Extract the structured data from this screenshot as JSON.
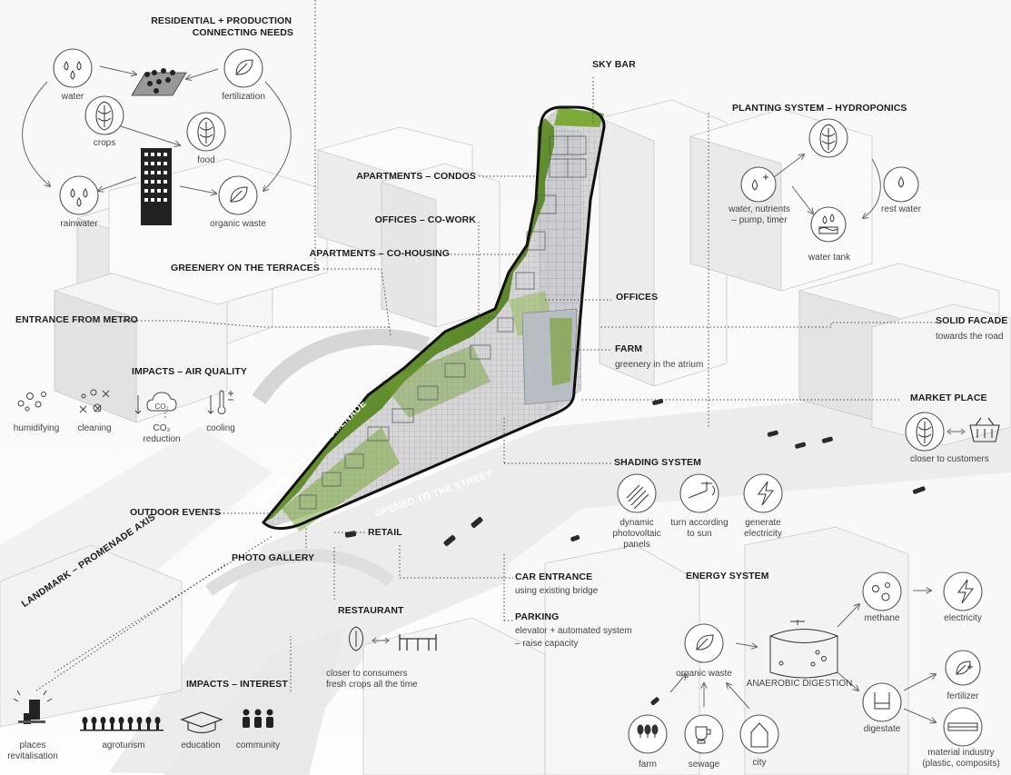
{
  "labels": {
    "residential": "RESIDENTIAL + PRODUCTION",
    "connecting": "CONNECTING NEEDS",
    "sky_bar": "SKY BAR",
    "planting": "PLANTING SYSTEM – HYDROPONICS",
    "apartments_condos": "APARTMENTS – CONDOS",
    "offices_cowork": "OFFICES – CO-WORK",
    "apartments_cohousing": "APARTMENTS – CO-HOUSING",
    "greenery_terraces": "GREENERY ON THE TERRACES",
    "entrance_metro": "ENTRANCE FROM METRO",
    "offices": "OFFICES",
    "solid_facade": "SOLID FACADE",
    "solid_facade_sub": "towards the road",
    "farm": "FARM",
    "farm_sub": "greenery in the atrium",
    "impacts_air": "IMPACTS – AIR QUALITY",
    "market_place": "MARKET PLACE",
    "market_sub": "closer to customers",
    "shading": "SHADING SYSTEM",
    "outdoor_events": "OUTDOOR EVENTS",
    "retail": "RETAIL",
    "photo_gallery": "PHOTO GALLERY",
    "car_entrance": "CAR ENTRANCE",
    "car_entrance_sub": "using existing bridge",
    "energy_system": "ENERGY SYSTEM",
    "restaurant": "RESTAURANT",
    "restaurant_sub1": "closer to consumers",
    "restaurant_sub2": "fresh crops all the time",
    "parking": "PARKING",
    "parking_sub1": "elevator + automated system",
    "parking_sub2": "– raise capacity",
    "landmark": "LANDMARK – PROMENADE AXIS",
    "impacts_interest": "IMPACTS – INTEREST",
    "opened_promenade": "OPENED TO THE PROMENADE",
    "opened_street": "OPENED TO THE STREET"
  },
  "captions": {
    "water": "water",
    "fertilization": "fertilization",
    "crops": "crops",
    "food": "food",
    "rainwater": "rainwater",
    "organic_waste_top": "organic waste",
    "water_nutrients": "water, nutrients\n– pump, timer",
    "rest_water": "rest water",
    "water_tank": "water tank",
    "humidifying": "humidifying",
    "cleaning": "cleaning",
    "co2_reduction": "CO₂\nreduction",
    "cooling": "cooling",
    "co2_icon": "CO₂",
    "dynamic_pv": "dynamic\nphotovoltaic\npanels",
    "turn_sun": "turn according\nto sun",
    "generate_el": "generate\nelectricity",
    "methane": "methane",
    "electricity": "electricity",
    "anaerobic": "ANAEROBIC DIGESTION",
    "organic_waste_bottom": "organic waste",
    "fertilizer": "fertilizer",
    "digestate": "digestate",
    "material_industry": "material industry\n(plastic, composits)",
    "farm": "farm",
    "sewage": "sewage",
    "city": "city",
    "places": "places\nrevitalisation",
    "agroturism": "agroturism",
    "education": "education",
    "community": "community"
  },
  "colors": {
    "green": "#6a9a2a",
    "line": "#555555",
    "building": "#f4f4f4"
  },
  "icons": [
    "water-drops-icon",
    "leaf-icon",
    "crop-icon",
    "building-icon",
    "field-icon",
    "plus-drop-icon",
    "drop-icon",
    "water-tank-icon",
    "bubbles-icon",
    "cleaning-icon",
    "cloud-co2-icon",
    "thermometer-icon",
    "basket-icon",
    "pv-panel-icon",
    "sun-tracking-icon",
    "lightning-icon",
    "tank-icon",
    "methane-icon",
    "fertilizer-icon",
    "digestate-icon",
    "material-icon",
    "farm-icon",
    "toilet-icon",
    "house-icon",
    "people-icon",
    "graduation-icon",
    "agro-icon",
    "table-icon"
  ]
}
